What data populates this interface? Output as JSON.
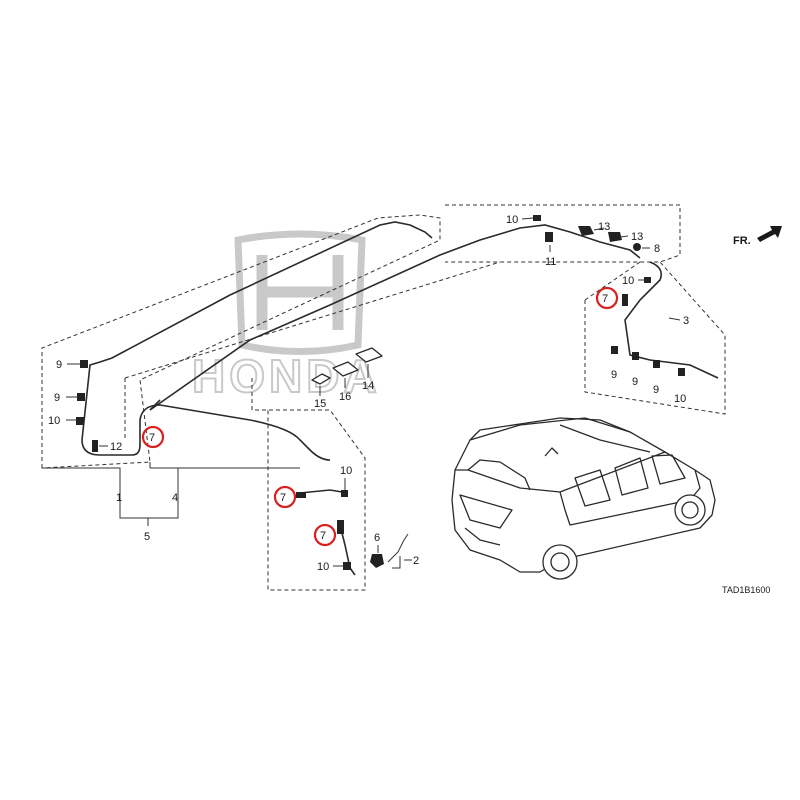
{
  "watermark": {
    "logo_text": "HONDA"
  },
  "diagram_code": "TAD1B1600",
  "direction_label": "FR.",
  "callouts": {
    "c10_top": "10",
    "c13_a": "13",
    "c13_b": "13",
    "c8": "8",
    "c11": "11",
    "c10_right": "10",
    "c3": "3",
    "c7_right": "7",
    "c9_r1": "9",
    "c9_r2": "9",
    "c9_r3": "9",
    "c10_r4": "10",
    "c9_l1": "9",
    "c9_l2": "9",
    "c10_l3": "10",
    "c12": "12",
    "c7_left": "7",
    "c1": "1",
    "c4": "4",
    "c5": "5",
    "c15": "15",
    "c16": "16",
    "c14": "14",
    "c10_mid": "10",
    "c7_mid1": "7",
    "c7_mid2": "7",
    "c6": "6",
    "c2": "2",
    "c10_mid2": "10"
  },
  "colors": {
    "highlight": "#d8201f",
    "line": "#333333",
    "watermark": "#c4c4c4"
  }
}
